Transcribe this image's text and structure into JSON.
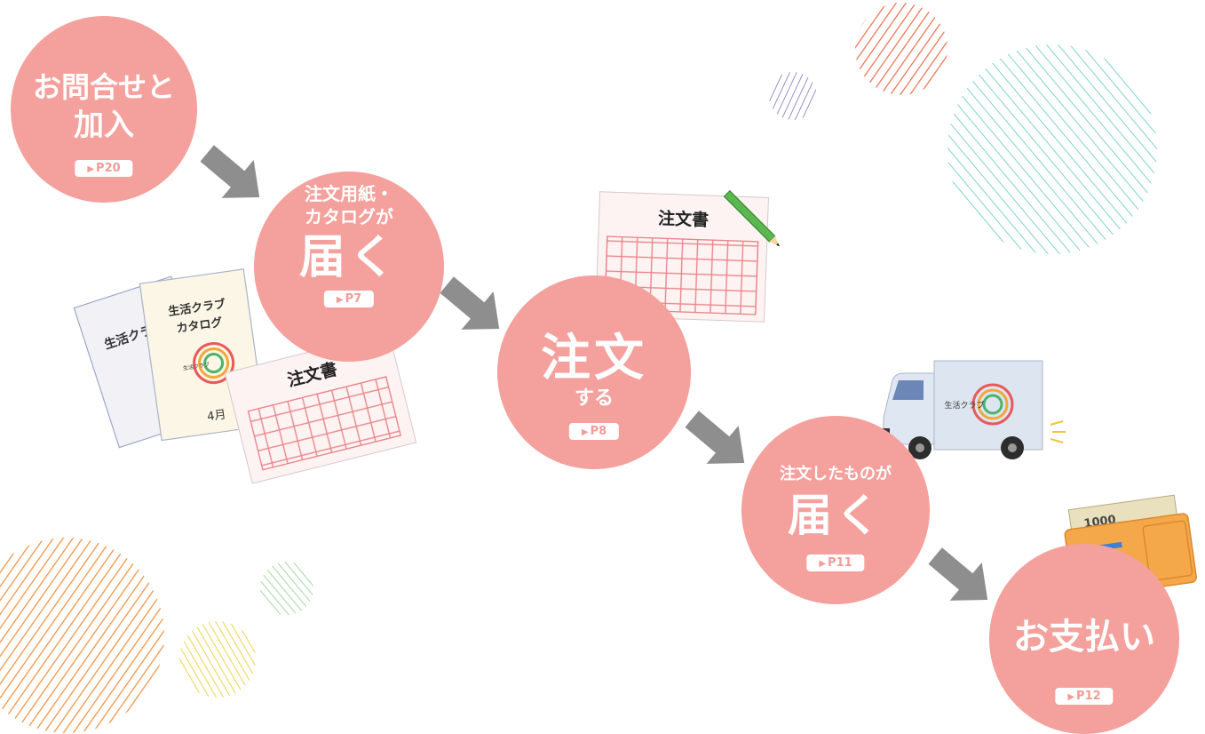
{
  "steps": [
    {
      "line1": "お問合せと",
      "line2": "加入",
      "page": "P20"
    },
    {
      "line1": "注文用紙・",
      "line2": "カタログが",
      "main": "届く",
      "page": "P7"
    },
    {
      "main": "注文",
      "sub": "する",
      "page": "P8"
    },
    {
      "line1": "注文したものが",
      "main": "届く",
      "page": "P11"
    },
    {
      "main": "お支払い",
      "page": "P12"
    }
  ],
  "order_form_title": "注文書",
  "catalog": {
    "title_line1": "生活クラブ",
    "title_line2": "カタログ",
    "month": "4月",
    "logo_text": "生活クラブ"
  },
  "truck_logo_text": "生活クラブ",
  "money_note": "1000",
  "colors": {
    "circle": "#f4a09c",
    "arrow": "#8e8e8e",
    "pink_grid": "#e9868a"
  }
}
